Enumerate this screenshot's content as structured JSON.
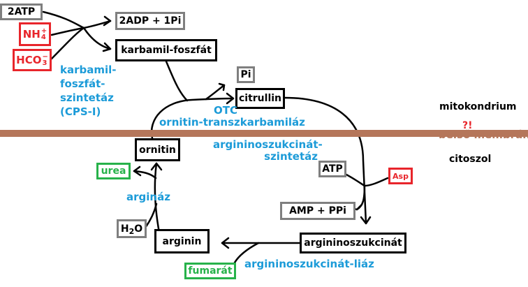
{
  "substrates": {
    "atp": "2ATP",
    "ammonium": {
      "base": "NH",
      "sub": "4",
      "sup": "+"
    },
    "bicarbonate": {
      "base": "HCO",
      "sub": "3",
      "sup": "−"
    }
  },
  "products": {
    "adp_pi": "2ADP + 1Pi",
    "carbamoyl_phosphate": "karbamil-foszfát",
    "pi": "Pi",
    "citrulline": "citrullin",
    "ornithine": "ornitin",
    "urea": "urea",
    "arginine": "arginin",
    "water": {
      "base": "H",
      "sub": "2",
      "tail": "O"
    },
    "fumarate": "fumarát",
    "argininosuccinate": "argininoszukcinát",
    "atp": "ATP",
    "aspartate": "Asp",
    "amp_ppi": "AMP + PPi"
  },
  "enzymes": {
    "cps1": [
      "karbamil-",
      "foszfát-",
      "szintetáz",
      "(CPS-I)"
    ],
    "otc": [
      "OTC",
      "ornitin-transzkarbamiláz"
    ],
    "ass": [
      "argininoszukcinát-",
      "szintetáz"
    ],
    "arginase": "argináz",
    "asl": "argininoszukcinát-liáz"
  },
  "compartments": {
    "mitochondrion": "mitokondrium",
    "marker": "?!",
    "membrane": "belső membrán",
    "cytosol": "citoszol"
  },
  "colors": {
    "enzyme_label": "#1c9bd8",
    "membrane": "#b5765a",
    "substrate_border": "#e8252b",
    "product_border": "#27b24a",
    "cofactor_border": "#7f7f7f",
    "metabolite_border": "#000000"
  }
}
